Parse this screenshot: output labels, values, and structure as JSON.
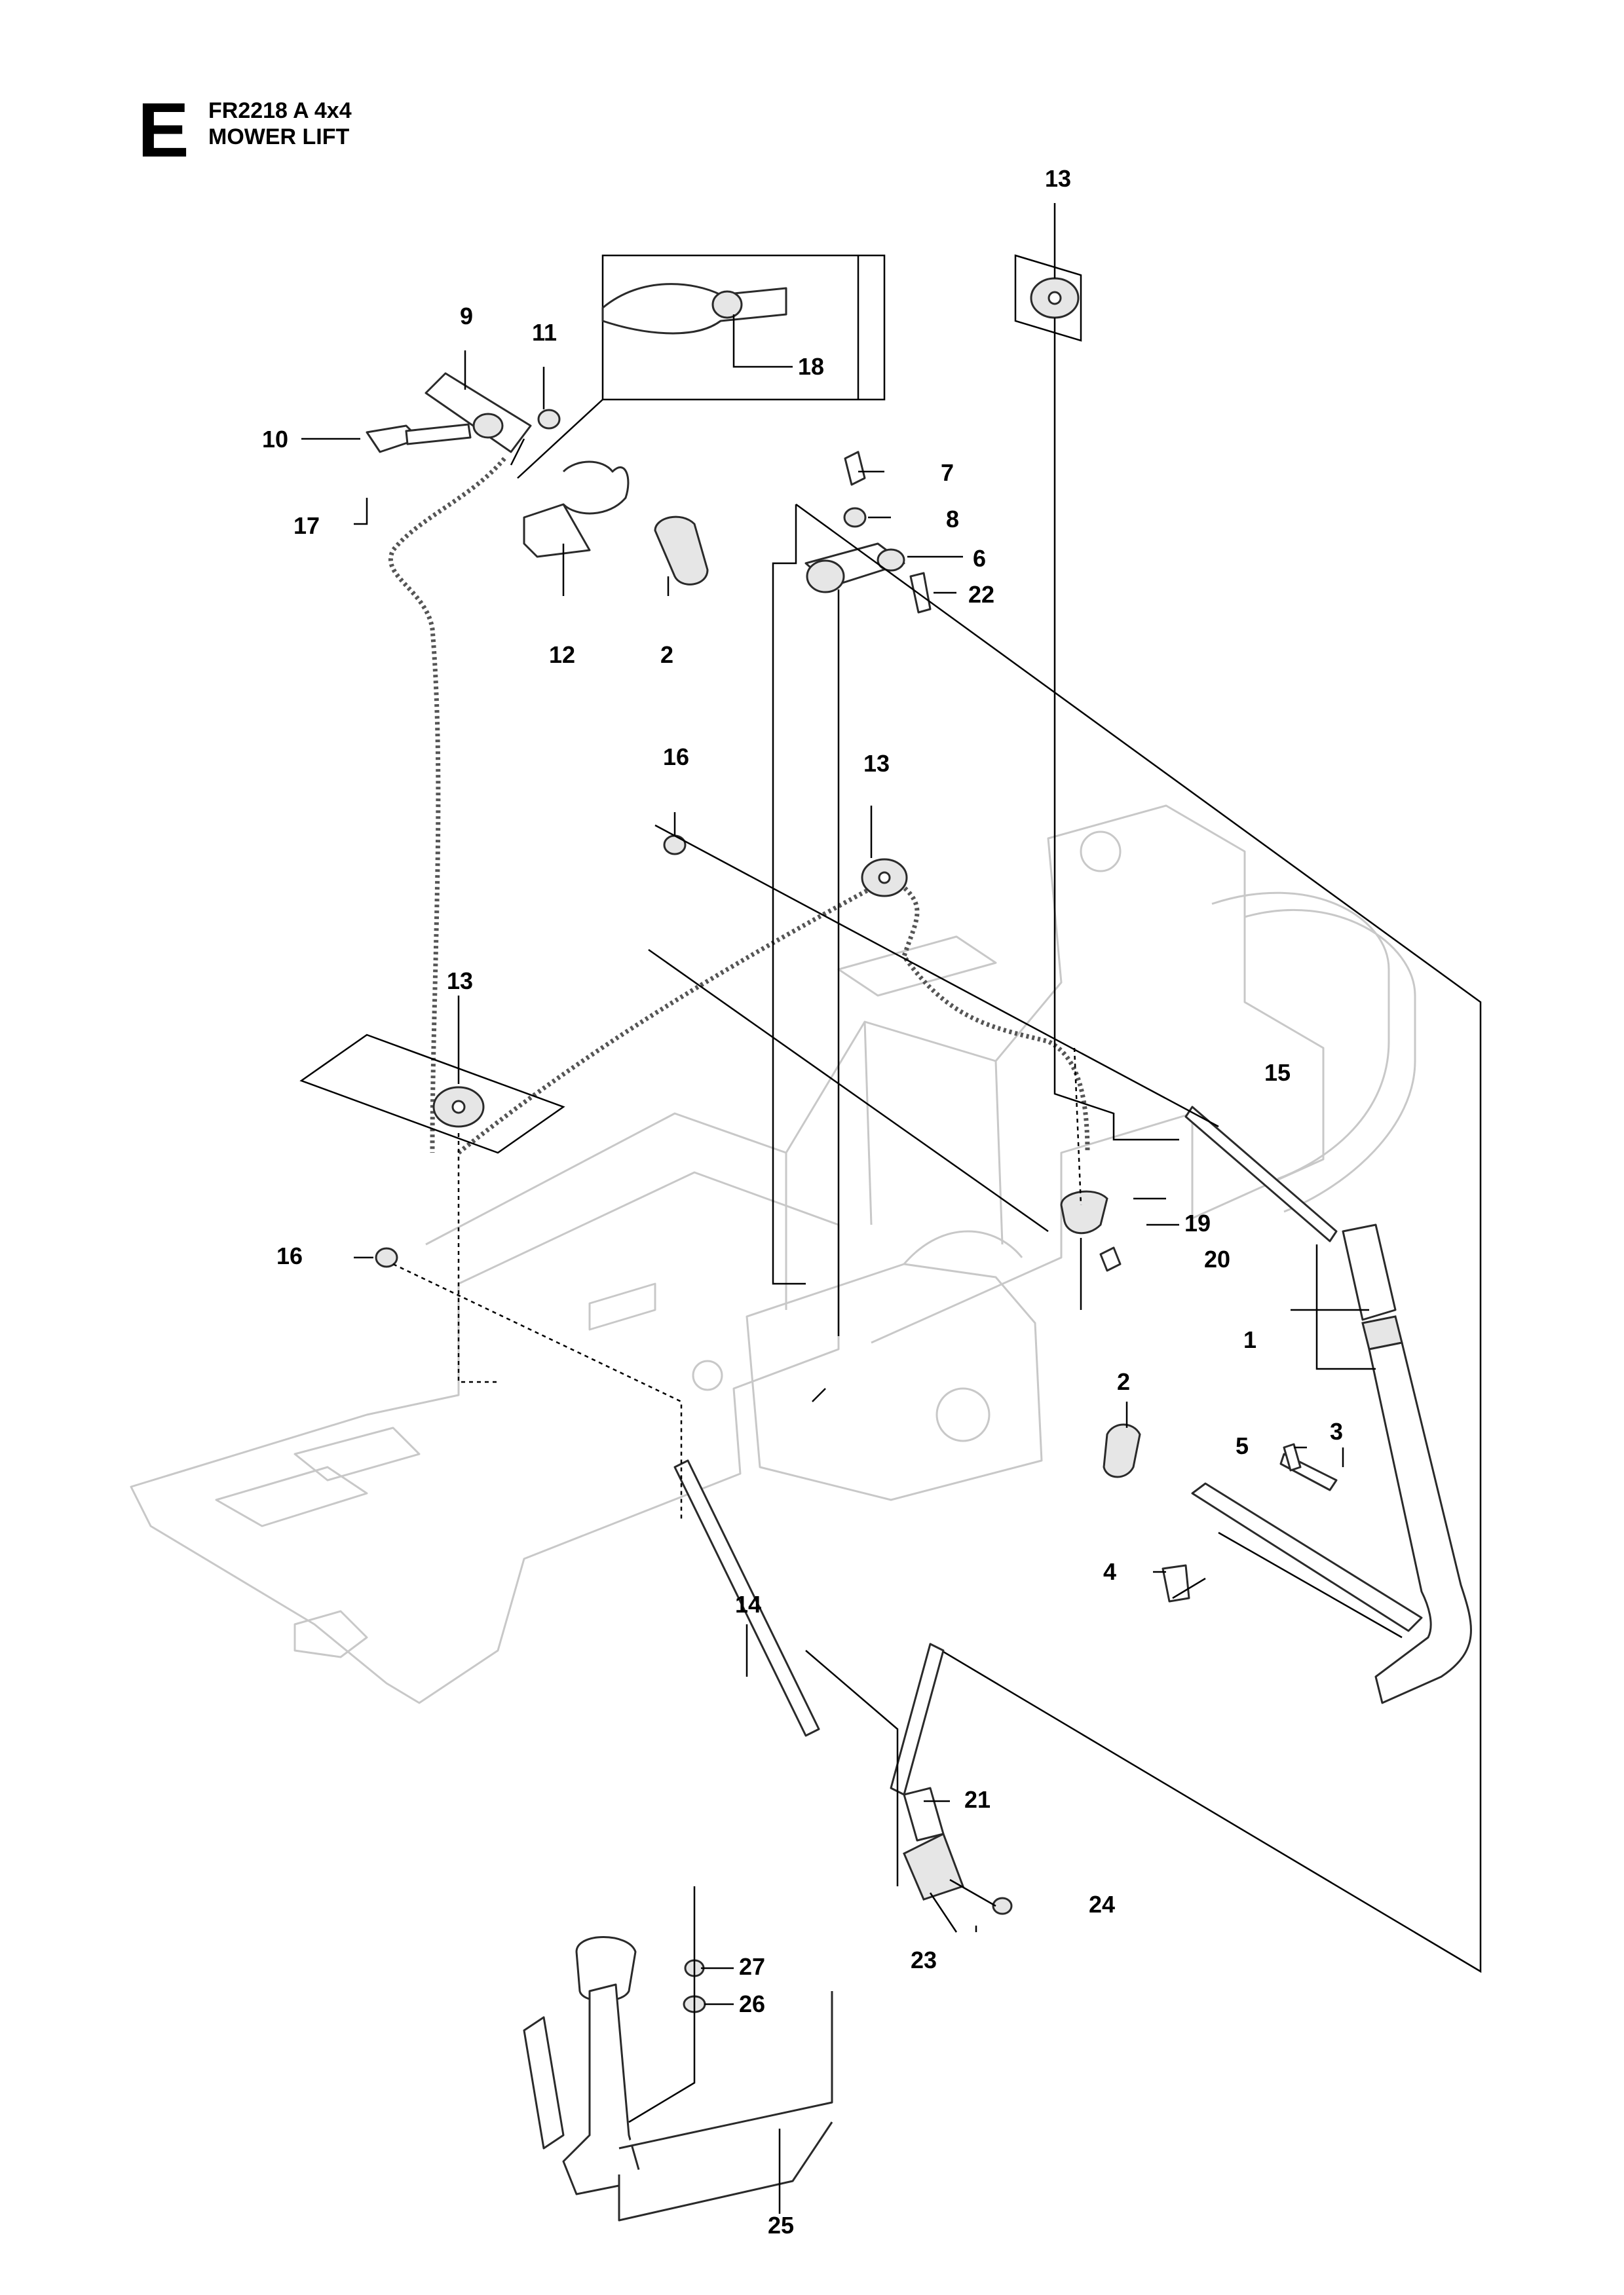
{
  "header": {
    "section_letter": "E",
    "model": "FR2218 A 4x4",
    "title": "MOWER LIFT"
  },
  "callouts": {
    "c1": "1",
    "c2a": "2",
    "c2b": "2",
    "c3": "3",
    "c4": "4",
    "c5": "5",
    "c6": "6",
    "c7": "7",
    "c8": "8",
    "c9": "9",
    "c10": "10",
    "c11": "11",
    "c12": "12",
    "c13a": "13",
    "c13b": "13",
    "c13c": "13",
    "c14": "14",
    "c15": "15",
    "c16a": "16",
    "c16b": "16",
    "c17": "17",
    "c18": "18",
    "c19": "19",
    "c20": "20",
    "c21": "21",
    "c22": "22",
    "c23": "23",
    "c24": "24",
    "c25": "25",
    "c26": "26",
    "c27": "27"
  }
}
